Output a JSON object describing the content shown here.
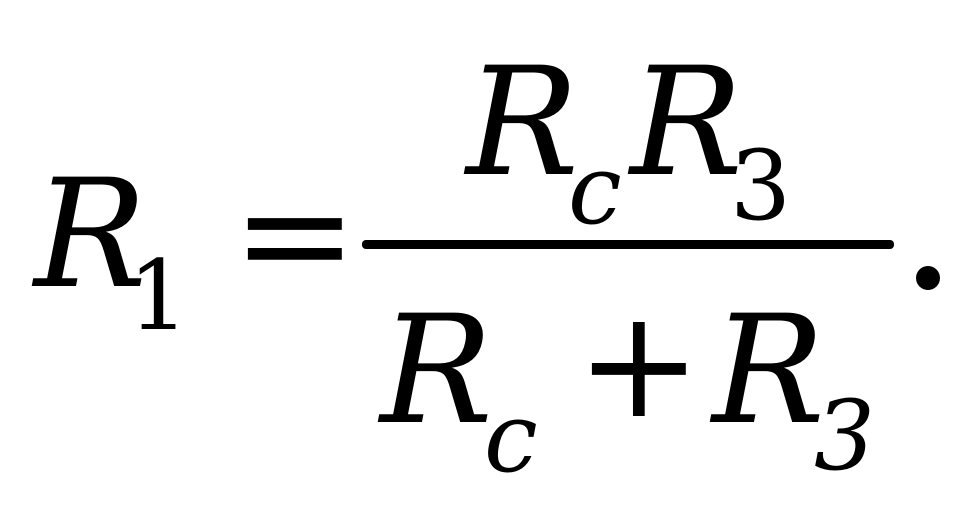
{
  "formula": {
    "lhs": {
      "variable": "R",
      "subscript": "1"
    },
    "equals": "=",
    "numerator": {
      "factor1": {
        "variable": "R",
        "subscript": "c"
      },
      "factor2": {
        "variable": "R",
        "subscript": "3"
      }
    },
    "denominator": {
      "term1": {
        "variable": "R",
        "subscript": "c"
      },
      "operator": "+",
      "term2": {
        "variable": "R",
        "subscript": "3"
      }
    },
    "terminator": "."
  }
}
